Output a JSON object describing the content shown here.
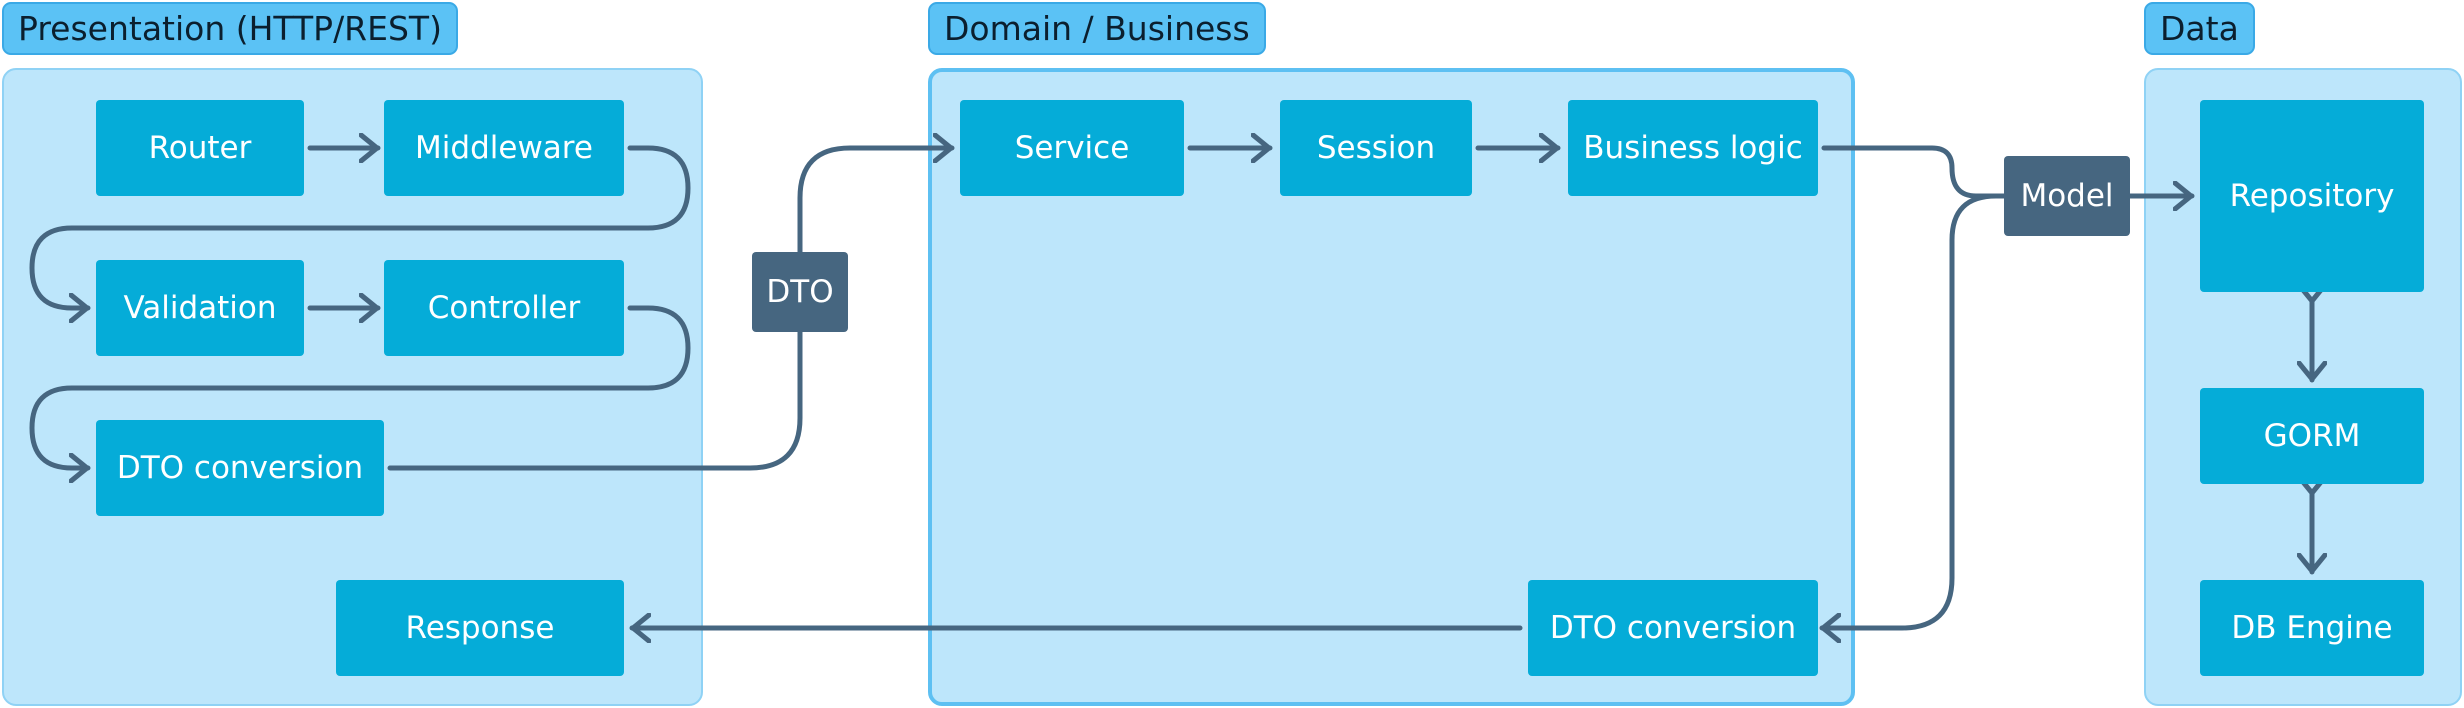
{
  "layers": {
    "presentation": "Presentation (HTTP/REST)",
    "domain": "Domain / Business",
    "data": "Data"
  },
  "nodes": {
    "router": "Router",
    "middleware": "Middleware",
    "validation": "Validation",
    "controller": "Controller",
    "dto_conversion_in": "DTO conversion",
    "response": "Response",
    "service": "Service",
    "session": "Session",
    "business_logic": "Business logic",
    "dto_conversion_out": "DTO conversion",
    "repository": "Repository",
    "gorm": "GORM",
    "db_engine": "DB Engine"
  },
  "tags": {
    "dto": "DTO",
    "model": "Model"
  },
  "colors": {
    "layer_title_fill": "#5bc2f5",
    "layer_area_fill": "#bde6fb",
    "node_fill": "#05acd8",
    "tag_fill": "#466680",
    "connector": "#466680"
  }
}
